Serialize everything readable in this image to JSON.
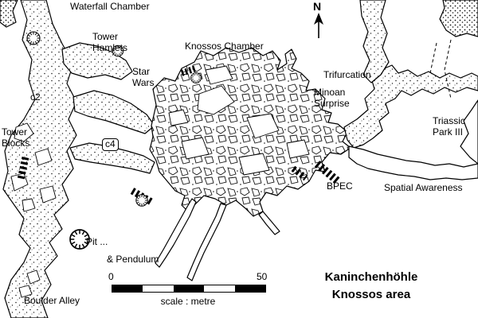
{
  "map": {
    "title": "Kaninchenhöhle\nKnossos area",
    "north_label": "N",
    "scale_bar": {
      "start_value": "0",
      "end_value": "50",
      "caption": "scale : metre"
    },
    "labels": {
      "waterfall_chamber": "Waterfall Chamber",
      "tower_hamlets": "Tower\nHamlets",
      "knossos_chamber": "Knossos Chamber",
      "star_wars": "Star\nWars",
      "c2": "c2",
      "c4": "c4",
      "trifurcation": "Trifurcation",
      "minoan_surprise": "Minoan\nSurprise",
      "triassic_park_iii": "Triassic\nPark III",
      "tower_blocks": "Tower\nBlocks",
      "bpec": "BPEC",
      "spatial_awareness": "Spatial Awareness",
      "pit": "Pit ...",
      "pendulum": "& Pendulum",
      "boulder_alley": "Boulder Alley"
    },
    "colors": {
      "ink": "#000000",
      "paper": "#ffffff"
    }
  }
}
